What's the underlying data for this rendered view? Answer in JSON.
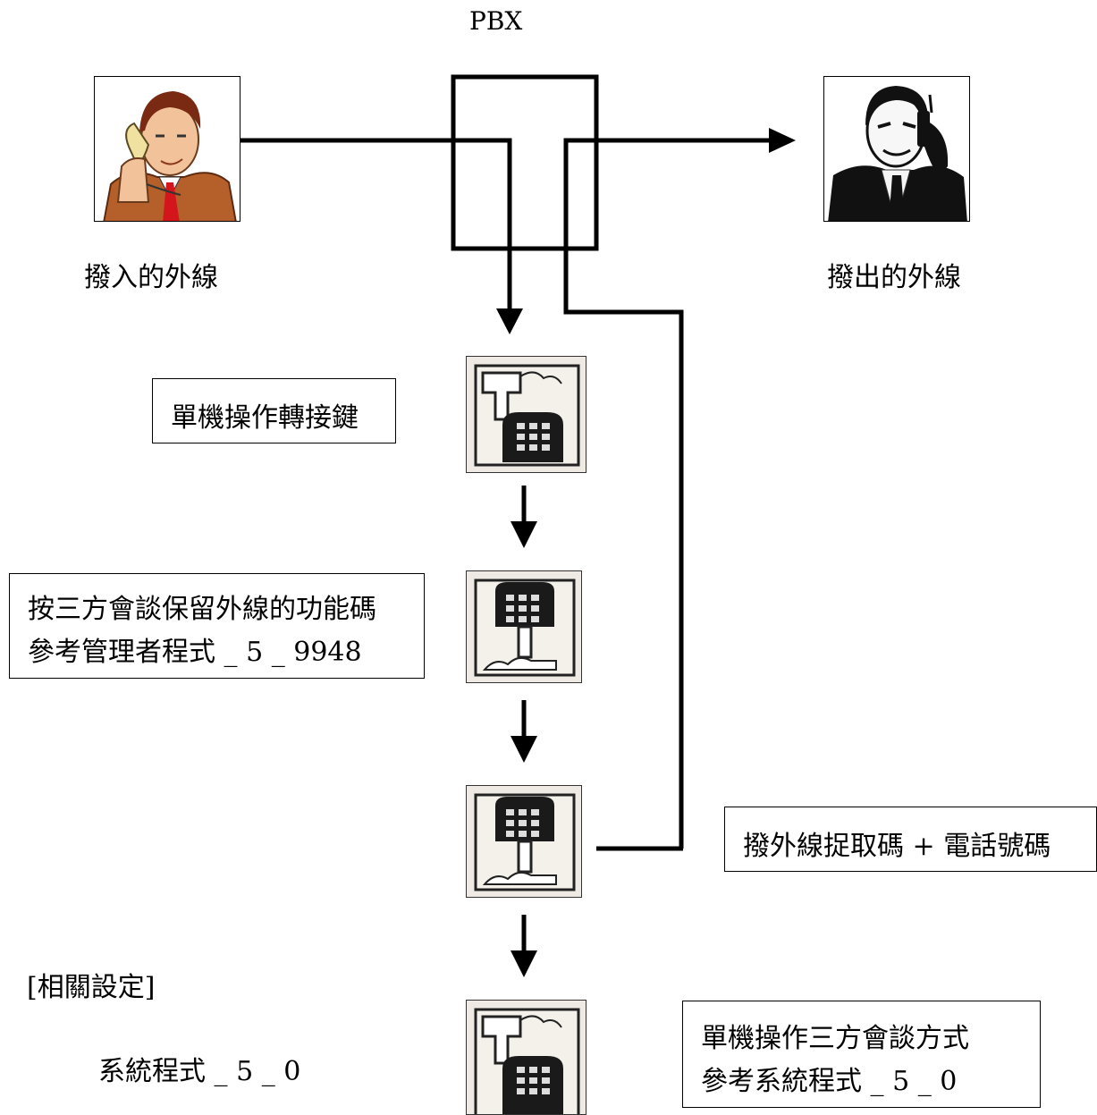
{
  "pbx_label": "PBX",
  "incoming_label": "撥入的外線",
  "outgoing_label": "撥出的外線",
  "step1_box": "單機操作轉接鍵",
  "step2_box": {
    "line1": "按三方會談保留外線的功能碼",
    "line2": "參考管理者程式 _ 5 _ 9948"
  },
  "dial_box": "撥外線捉取碼 + 電話號碼",
  "step4_box": {
    "line1": "單機操作三方會談方式",
    "line2": "參考系統程式 _ 5 _ 0"
  },
  "related_title": "[相關設定]",
  "related_value": "系統程式 _ 5 _ 0",
  "icons": {
    "incoming_person": "man-with-handset-icon",
    "outgoing_person": "man-on-cellphone-icon",
    "phone_onhook": "telephone-handset-up-icon",
    "phone_offhook": "telephone-handset-down-icon"
  },
  "colors": {
    "suit_brown": "#b5602a",
    "tie_red": "#d4161c",
    "suit_black": "#111111"
  }
}
